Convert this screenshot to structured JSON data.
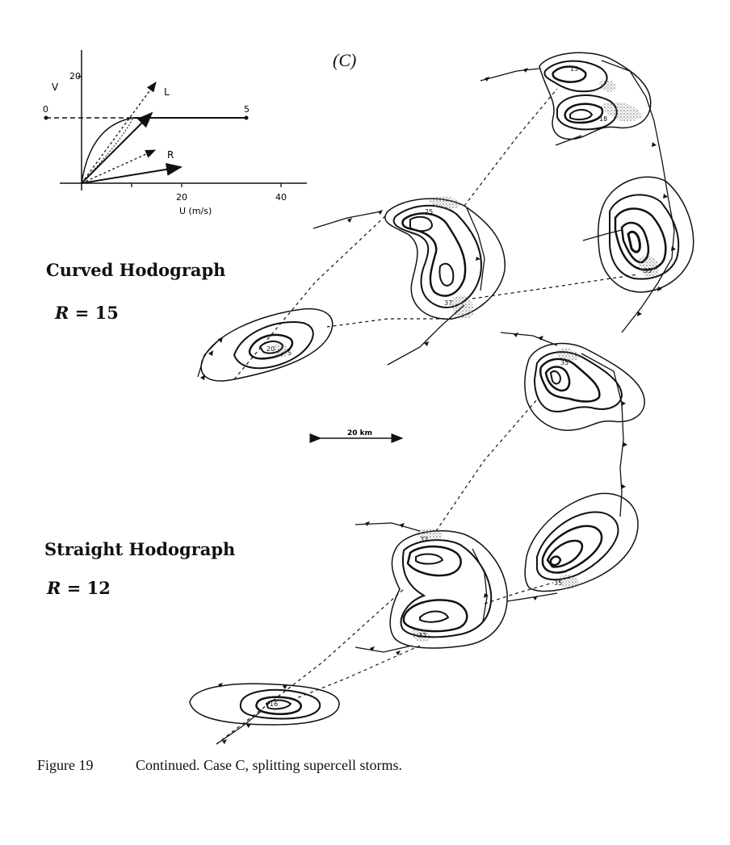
{
  "case_label": "(C)",
  "hodograph": {
    "v_label": "V",
    "u_label": "U (m/s)",
    "y_tick": "20",
    "x_ticks": [
      "20",
      "40"
    ],
    "point_o": "0",
    "point_s": "5",
    "vector_l": "L",
    "vector_r": "R"
  },
  "panels": [
    {
      "title": "Curved Hodograph",
      "r_symbol": "R",
      "r_value": "= 15"
    },
    {
      "title": "Straight Hodograph",
      "r_symbol": "R",
      "r_value": "= 12"
    }
  ],
  "scale_bar": "20 km",
  "cell_labels": {
    "curved": [
      "20",
      "5",
      "25",
      "37",
      "13",
      "18",
      "35"
    ],
    "straight": [
      "16",
      "32",
      "32",
      "35",
      "35"
    ]
  },
  "caption": {
    "label": "Figure 19",
    "text": "Continued. Case C, splitting supercell storms."
  }
}
